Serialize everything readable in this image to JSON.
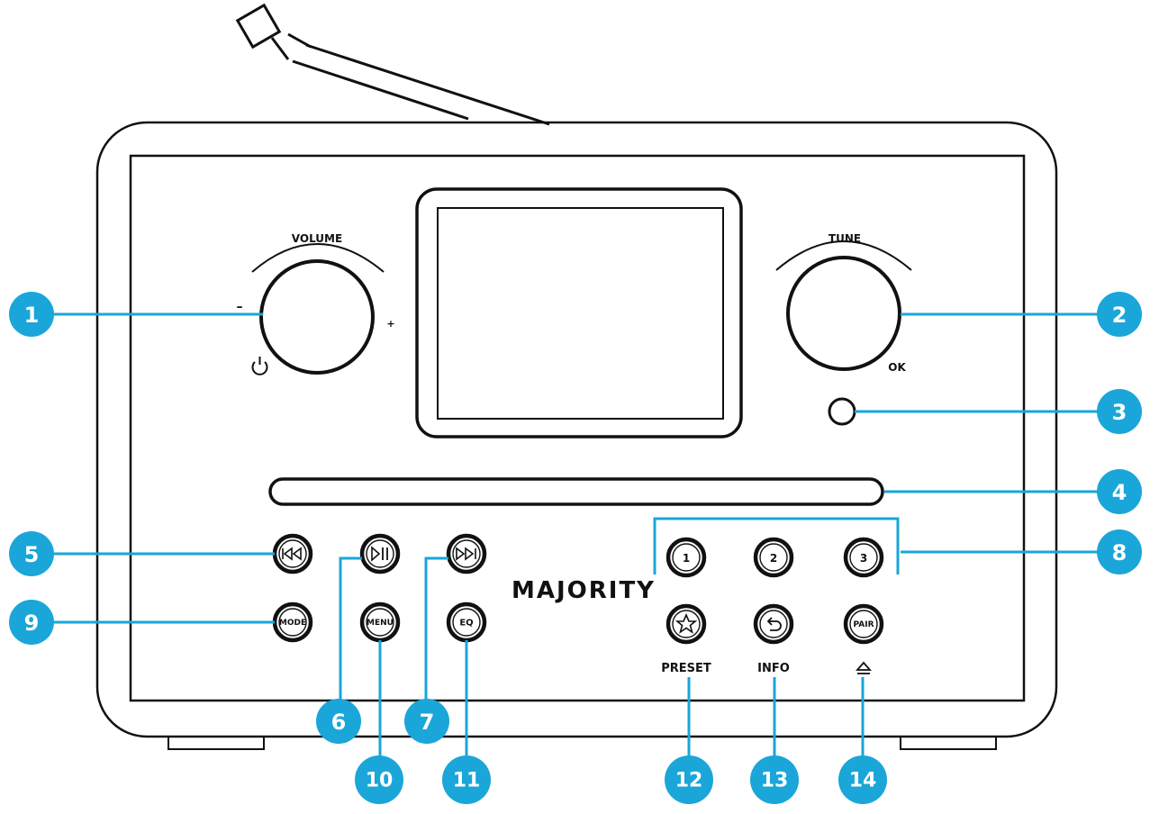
{
  "labels": {
    "volume": "VOLUME",
    "minus": "–",
    "plus": "+",
    "tune": "TUNE",
    "ok": "OK",
    "brand": "MAJORITY",
    "preset": "PRESET",
    "info": "INFO"
  },
  "buttons": {
    "mode": "MODE",
    "menu": "MENU",
    "eq": "EQ",
    "preset1": "1",
    "preset2": "2",
    "preset3": "3",
    "pair": "PAIR"
  },
  "callouts": [
    "1",
    "2",
    "3",
    "4",
    "5",
    "6",
    "7",
    "8",
    "9",
    "10",
    "11",
    "12",
    "13",
    "14"
  ],
  "colors": {
    "callout": "#1aa6d8",
    "outline": "#111111"
  },
  "icons": {
    "prev": "skip-back-icon",
    "play": "play-pause-icon",
    "next": "skip-forward-icon",
    "power": "power-icon",
    "star": "star-icon",
    "back": "back-arrow-icon",
    "eject": "eject-icon"
  }
}
